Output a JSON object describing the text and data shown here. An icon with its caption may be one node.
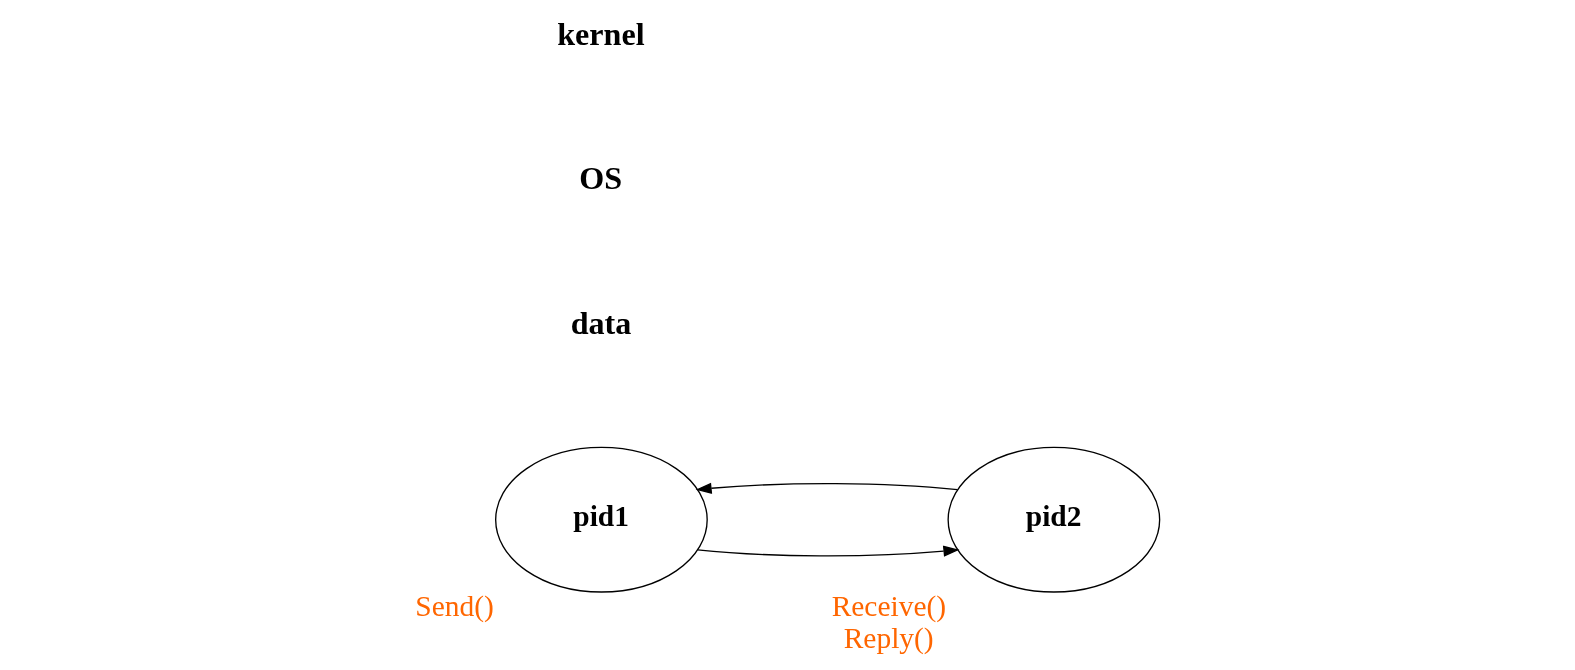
{
  "diagram": {
    "nodes": [
      {
        "text": [
          "pid1"
        ],
        "beside": [
          "Send()"
        ]
      },
      {
        "text": [
          "pid2"
        ],
        "beside": [
          "Receive()",
          "Reply()"
        ]
      }
    ],
    "edges": [
      {
        "from": 0,
        "to": 1,
        "arrow": "to"
      },
      {
        "from": 1,
        "to": 0,
        "arrow": "to"
      }
    ],
    "labels": [
      "data",
      "OS",
      "kernel"
    ]
  }
}
